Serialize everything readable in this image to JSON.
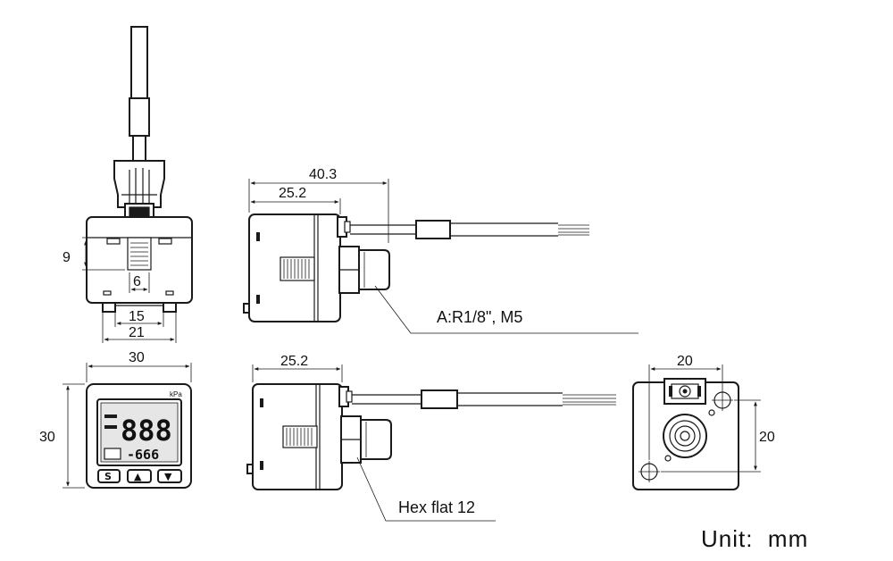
{
  "dimensions": {
    "side_top_overall": "40.3",
    "side_top_body": "25.2",
    "side_bottom_body": "25.2",
    "front_top_height": "9",
    "front_top_inner": "6",
    "front_top_mount": "15",
    "front_top_width": "21",
    "front_width": "30",
    "front_height": "30",
    "back_hole_width": "20",
    "back_hole_height": "20"
  },
  "callouts": {
    "port_thread": "A:R1/8\", M5",
    "hex_flat": "Hex flat 12"
  },
  "display": {
    "unit_label": "kPa",
    "main_readout": "888",
    "sub_readout": "-666",
    "button_set": "S",
    "button_up": "▲",
    "button_down": "▼"
  },
  "footer": {
    "unit_note": "Unit:  mm"
  }
}
